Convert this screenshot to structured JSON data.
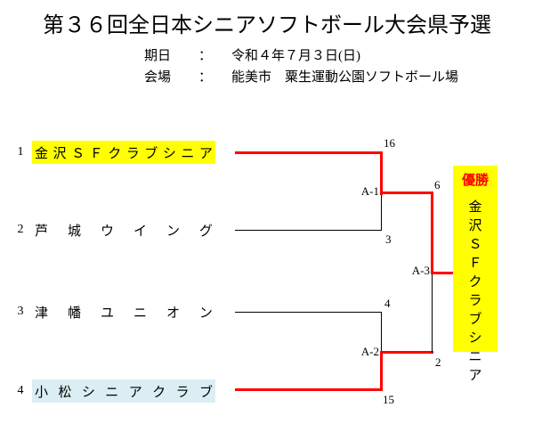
{
  "title": "第３６回全日本シニアソフトボール大会県予選",
  "info": {
    "date_label": "期日",
    "date_colon": "：",
    "date_value": "令和４年７月３日(日)",
    "venue_label": "会場",
    "venue_colon": "：",
    "venue_value": "能美市　粟生運動公園ソフトボール場"
  },
  "bracket": {
    "teams": [
      {
        "seed": "1",
        "name": "金沢ＳＦクラブシニア",
        "highlight": "#ffff00"
      },
      {
        "seed": "2",
        "name": "芦城ウイング",
        "highlight": ""
      },
      {
        "seed": "3",
        "name": "津幡ユニオン",
        "highlight": ""
      },
      {
        "seed": "4",
        "name": "小松シニアクラブ",
        "highlight": "#daeef3"
      }
    ],
    "matches": [
      {
        "label": "A-1",
        "score_top": "16",
        "score_bottom": "3"
      },
      {
        "label": "A-2",
        "score_top": "4",
        "score_bottom": "15"
      },
      {
        "label": "A-3",
        "score_top": "6",
        "score_bottom": "2"
      }
    ],
    "champion": {
      "label": "優勝",
      "name": "金沢ＳＦクラブシニア"
    }
  },
  "colors": {
    "winner_path": "#ff0000",
    "loser_path": "#000000",
    "champion_bg": "#ffff00",
    "champion_label_color": "#ff0000",
    "seed1_highlight": "#ffff00",
    "seed4_highlight": "#daeef3"
  }
}
